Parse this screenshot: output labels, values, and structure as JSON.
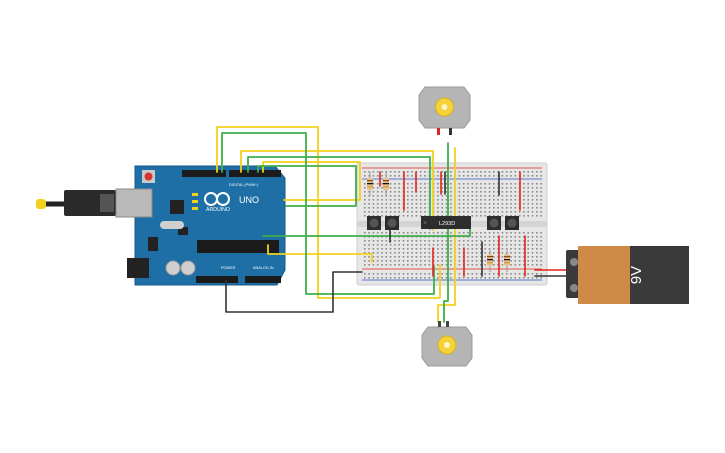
{
  "arduino": {
    "brand": "ARDUINO",
    "model": "UNO",
    "header_label": "DIGITAL (PWM~)",
    "power_label": "POWER",
    "analog_label": "ANALOG IN"
  },
  "driver_chip": {
    "label": "L293D"
  },
  "battery": {
    "label": "9V"
  },
  "colors": {
    "arduino_board": "#1d6fa5",
    "breadboard": "#e6e6e6",
    "battery_body": "#d08a48",
    "battery_cap": "#3a3a3a",
    "wire_yellow": "#f2d11c",
    "wire_green": "#3fae49",
    "wire_red": "#e2231a",
    "wire_black": "#333333",
    "motor_body": "#b5b5b5",
    "motor_shaft": "#f5d13a"
  }
}
